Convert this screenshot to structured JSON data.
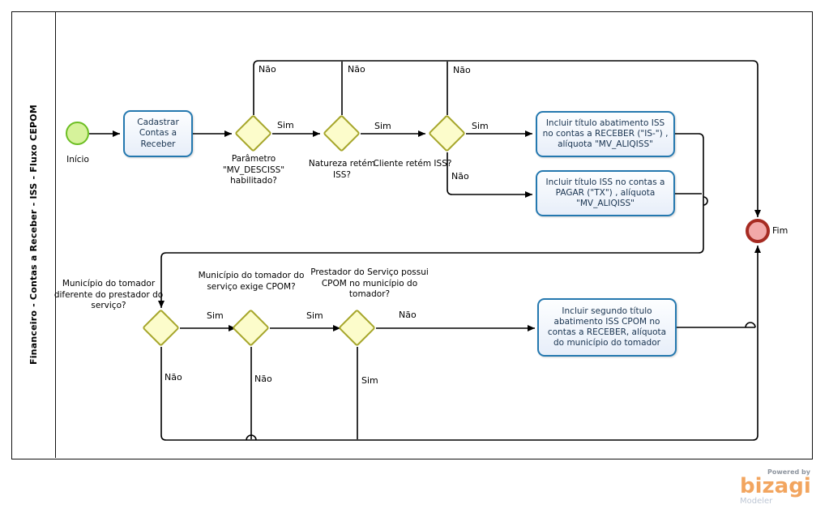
{
  "lane": {
    "title": "Financeiro - Contas a Receber - ISS - Fluxo CEPOM"
  },
  "nodes": {
    "start": {
      "label": "Início"
    },
    "end": {
      "label": "Fim"
    },
    "task_cadastrar": {
      "label": "Cadastrar Contas a Receber"
    },
    "task_receber": {
      "label": "Incluir título abatimento ISS no contas a RECEBER (\"IS-\") , alíquota \"MV_ALIQISS\""
    },
    "task_pagar": {
      "label": "Incluir título ISS no contas a PAGAR (\"TX\") , alíquota \"MV_ALIQISS\""
    },
    "task_cpom": {
      "label": "Incluir segundo título abatimento ISS CPOM no contas a RECEBER, alíquota do município do tomador"
    },
    "gw_parametro": {
      "label": "Parâmetro \"MV_DESCISS\" habilitado?"
    },
    "gw_natureza": {
      "label": "Natureza retém ISS?"
    },
    "gw_cliente": {
      "label": "Cliente retém ISS?"
    },
    "gw_municipio_diferente": {
      "label": "Município do tomador diferente do prestador do serviço?"
    },
    "gw_exige_cpom": {
      "label": "Município do tomador do serviço exige CPOM?"
    },
    "gw_possui_cpom": {
      "label": "Prestador do Serviço possui CPOM no município do tomador?"
    }
  },
  "labels": {
    "sim": "Sim",
    "nao": "Não"
  },
  "branding": {
    "powered_by": "Powered by",
    "brand": "bizagi",
    "product": "Modeler"
  },
  "colors": {
    "task_border": "#2478af",
    "task_fill": "#e7eef9",
    "gateway_border": "#a6a62b",
    "gateway_fill": "#fcfccb",
    "start_border": "#6cbe23",
    "start_fill": "#d6f29b",
    "end_border": "#a62b22",
    "end_fill": "#f2a9a9",
    "flow_line": "#000000",
    "brand_orange": "#f2a55f"
  }
}
